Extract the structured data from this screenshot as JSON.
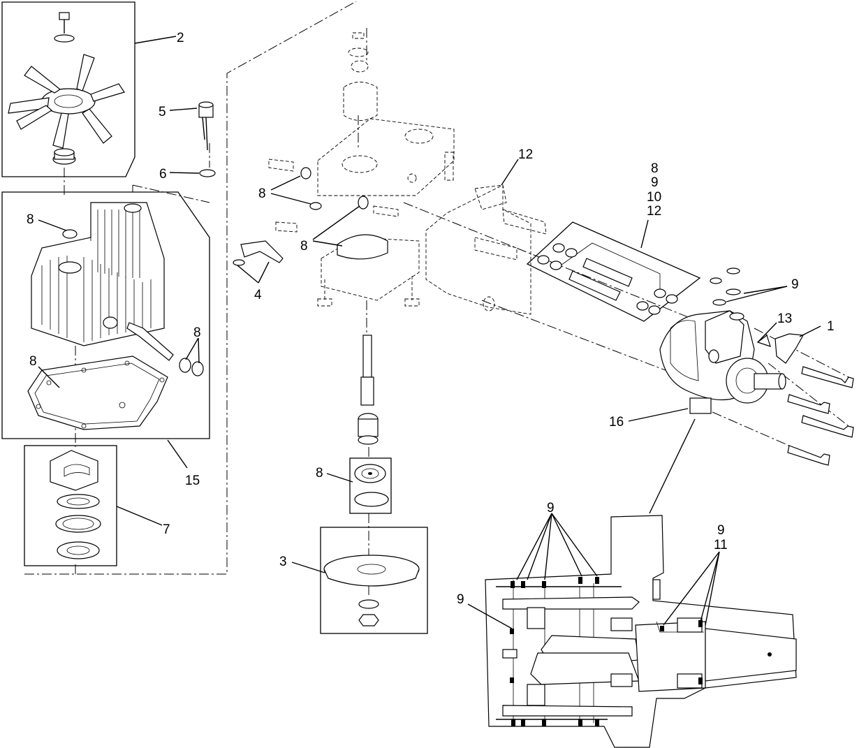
{
  "callouts": {
    "c1": "1",
    "c2": "2",
    "c3": "3",
    "c4": "4",
    "c5": "5",
    "c6": "6",
    "c7": "7",
    "c8_cylinder": "8",
    "c8_gasket": "8",
    "c8_seal": "8",
    "c8_center_plate": "8",
    "c8_center_cover": "8",
    "c8_bearing": "8",
    "c12_bracket": "12",
    "kit_stack": [
      "8",
      "9",
      "10",
      "12"
    ],
    "c9_motor": "9",
    "c13": "13",
    "c15": "15",
    "c16": "16",
    "c9_section_top": "9",
    "c9_section_left": "9",
    "c9_11_stack": [
      "9",
      "11"
    ]
  }
}
